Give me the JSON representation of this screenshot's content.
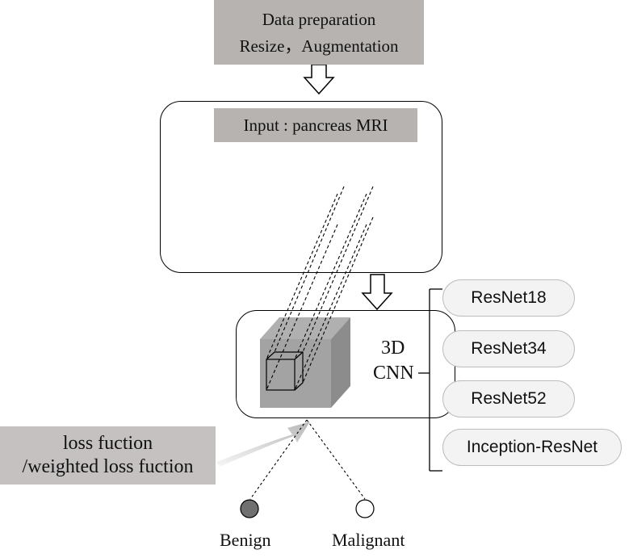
{
  "data_prep": {
    "line1": "Data preparation",
    "line2": "Resize，Augmentation"
  },
  "input_label": "Input : pancreas MRI",
  "cnn": {
    "line1": "3D",
    "line2": "CNN"
  },
  "models": [
    "ResNet18",
    "ResNet34",
    "ResNet52",
    "Inception-ResNet"
  ],
  "loss": {
    "line1": "loss fuction",
    "line2": "/weighted loss fuction"
  },
  "outputs": {
    "benign": "Benign",
    "malignant": "Malignant"
  },
  "colors": {
    "box_fill": "#b7b3b1",
    "pill_fill": "#f3f3f3",
    "benign_fill": "#707070",
    "malignant_fill": "#ffffff"
  }
}
